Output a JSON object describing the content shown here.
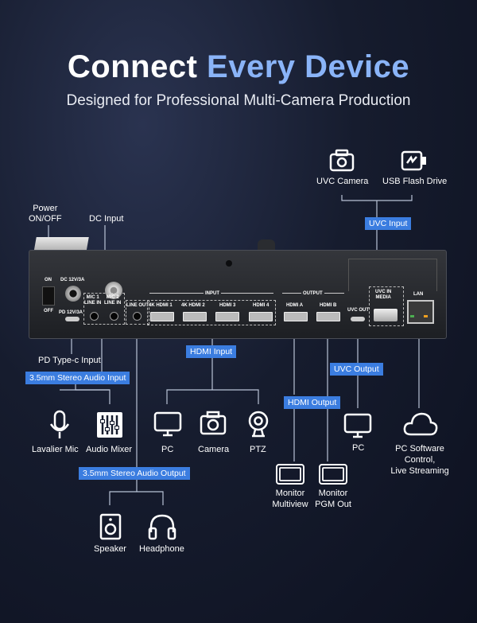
{
  "heading": {
    "title_part1": "Connect",
    "title_part2": "Every Device",
    "subtitle": "Designed for Professional Multi-Camera Production"
  },
  "top_devices": {
    "uvc_camera": "UVC Camera",
    "usb_flash_drive": "USB Flash Drive",
    "uvc_input_tag": "UVC Input"
  },
  "callouts": {
    "power": "Power\nON/OFF",
    "dc_input": "DC Input",
    "pd_typec": "PD Type-c Input"
  },
  "panel_labels": {
    "on": "ON",
    "off": "OFF",
    "dc": "DC 12V/3A",
    "pd": "PD 12V/3A",
    "mic1": "MIC 1\nLINE IN",
    "mic2": "MIC 2\nLINE IN",
    "line_out": "LINE OUT",
    "input": "INPUT",
    "hdmi1": "4K HDMI 1",
    "hdmi2": "4K HDMI 2",
    "hdmi3": "HDMI 3",
    "hdmi4": "HDMI 4",
    "output": "OUTPUT",
    "hdmia": "HDMI A",
    "hdmib": "HDMI B",
    "uvc_out": "UVC OUT",
    "uvc_in_media": "UVC IN\nMEDIA",
    "lan": "LAN"
  },
  "tags": {
    "audio_input": "3.5mm Stereo Audio Input",
    "hdmi_input": "HDMI Input",
    "uvc_output": "UVC Output",
    "hdmi_output": "HDMI Output",
    "audio_output": "3.5mm Stereo Audio Output"
  },
  "devices": {
    "lavalier": "Lavalier Mic",
    "mixer": "Audio Mixer",
    "pc_in": "PC",
    "camera": "Camera",
    "ptz": "PTZ",
    "monitor_multiview": "Monitor\nMultiview",
    "monitor_pgm": "Monitor\nPGM Out",
    "pc_out": "PC",
    "pc_software": "PC Software\nControl,\nLive Streaming",
    "speaker": "Speaker",
    "headphone": "Headphone"
  }
}
